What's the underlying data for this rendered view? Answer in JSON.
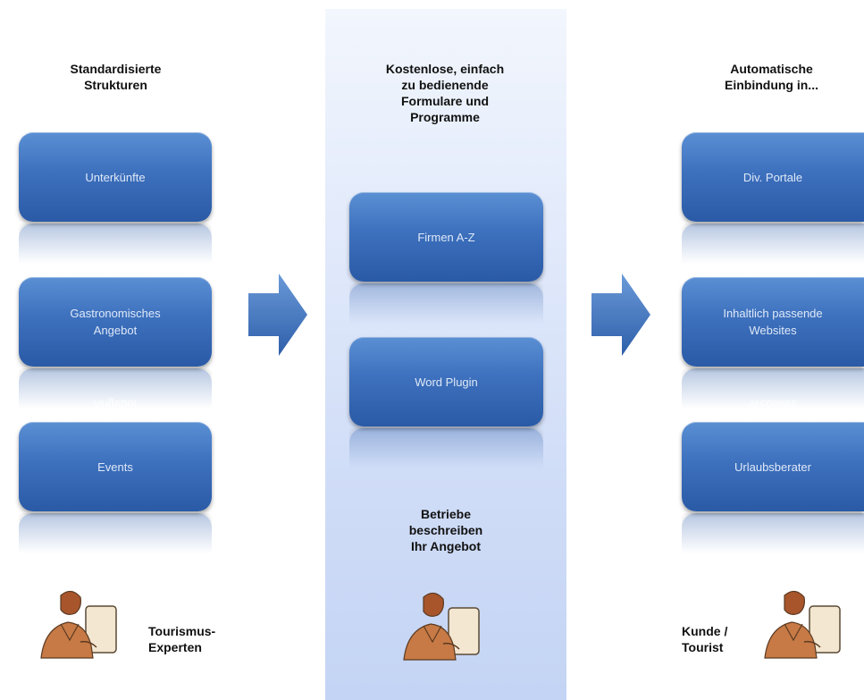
{
  "columns": {
    "left": {
      "heading": "Standardisierte\nStrukturen",
      "boxes": [
        "Unterkünfte",
        "Gastronomisches\nAngebot",
        "Events"
      ],
      "person_caption": "Tourismus-\nExperten"
    },
    "middle": {
      "heading": "Kostenlose, einfach\nzu bedienende\nFormulare und\nProgramme",
      "boxes": [
        "Firmen A-Z",
        "Word Plugin"
      ],
      "footer_text": "Betriebe\nbeschreiben\nIhr Angebot"
    },
    "right": {
      "heading": "Automatische\nEinbindung in...",
      "boxes": [
        "Div. Portale",
        "Inhaltlich passende\nWebsites",
        "Urlaubsberater"
      ],
      "person_caption": "Kunde /\nTourist"
    }
  },
  "colors": {
    "box_top": "#5a8fd3",
    "box_bottom": "#2a5aa6",
    "arrow": "#3f73bf",
    "band": "#cfdcf7"
  },
  "icons": [
    "arrow-right-icon",
    "person-at-computer-icon"
  ]
}
